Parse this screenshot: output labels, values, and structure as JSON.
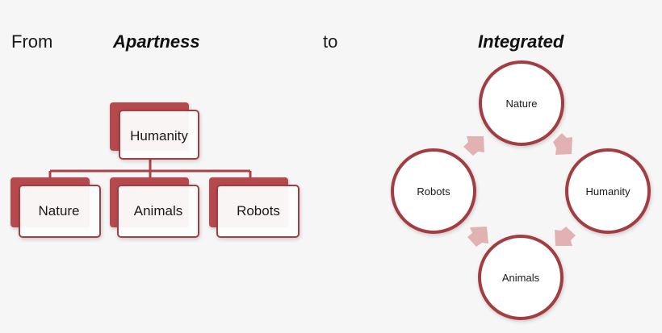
{
  "headings": {
    "from": "From",
    "apartness": "Apartness",
    "to": "to",
    "integrated": "Integrated"
  },
  "hierarchy": {
    "root": "Humanity",
    "children": [
      "Nature",
      "Animals",
      "Robots"
    ]
  },
  "cycle": {
    "nodes": [
      "Nature",
      "Humanity",
      "Animals",
      "Robots"
    ]
  },
  "colors": {
    "accent": "#b5494d",
    "accent_dark": "#a23e42",
    "arrow": "#e2b2b3",
    "card": "#ffffff",
    "connector": "#a84449"
  }
}
